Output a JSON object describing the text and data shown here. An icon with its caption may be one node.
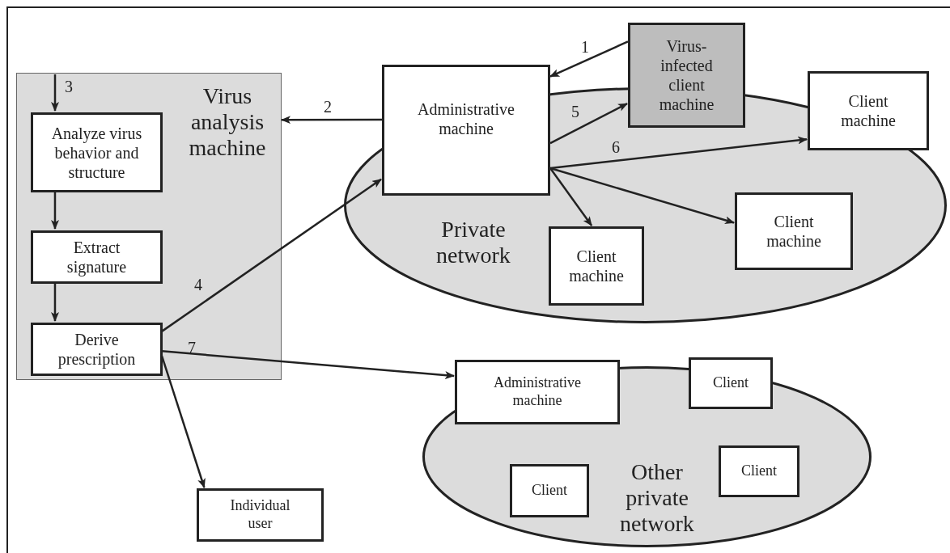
{
  "diagram": {
    "nodes": [
      {
        "text": [
          "Virus analysis machine"
        ]
      },
      {
        "text": [
          "Analyze virus behavior and structure"
        ],
        "in": 0
      },
      {
        "text": [
          "Extract signature"
        ],
        "in": 0
      },
      {
        "text": [
          "Derive prescription"
        ],
        "in": 0
      },
      {
        "text": [
          "Private network"
        ]
      },
      {
        "text": [
          "Administrative machine"
        ]
      },
      {
        "text": [
          "Virus-infected client machine"
        ]
      },
      {
        "text": [
          "Client machine"
        ]
      },
      {
        "text": [
          "Client machine"
        ],
        "in": 4
      },
      {
        "text": [
          "Client machine"
        ],
        "in": 4
      },
      {
        "text": [
          "Other private network"
        ]
      },
      {
        "text": [
          "Administrative machine"
        ]
      },
      {
        "text": [
          "Client"
        ]
      },
      {
        "text": [
          "Client"
        ],
        "in": 10
      },
      {
        "text": [
          "Client"
        ],
        "in": 10
      },
      {
        "text": [
          "Individual user"
        ]
      }
    ],
    "edges": [
      {
        "from": null,
        "to": 1,
        "arrow": "to",
        "label": "3"
      },
      {
        "from": 1,
        "to": 2,
        "arrow": "to"
      },
      {
        "from": 2,
        "to": 3,
        "arrow": "to"
      },
      {
        "from": 6,
        "to": 5,
        "arrow": "to",
        "label": "1"
      },
      {
        "from": 5,
        "to": 0,
        "arrow": "to",
        "label": "2"
      },
      {
        "from": 3,
        "to": 5,
        "arrow": "to",
        "label": "4"
      },
      {
        "from": 5,
        "to": 6,
        "arrow": "to",
        "label": "5"
      },
      {
        "from": 5,
        "to": 7,
        "arrow": "to",
        "label": "6"
      },
      {
        "from": 5,
        "to": 9,
        "arrow": "to"
      },
      {
        "from": 5,
        "to": 8,
        "arrow": "to"
      },
      {
        "from": 3,
        "to": 11,
        "arrow": "to",
        "label": "7"
      },
      {
        "from": 3,
        "to": 15,
        "arrow": "to"
      }
    ]
  }
}
